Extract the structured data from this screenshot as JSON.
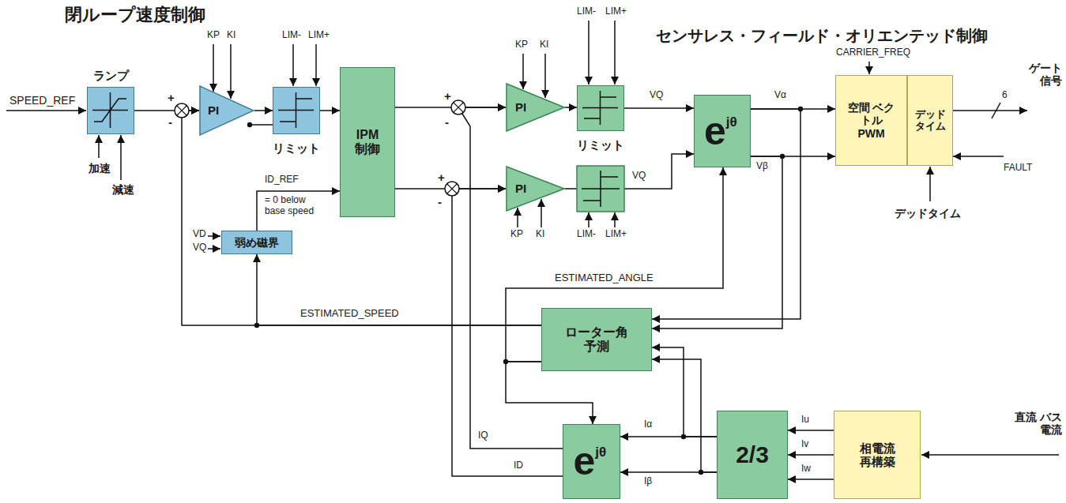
{
  "diagram": {
    "title": "閉ループ速度制御",
    "nodes": [
      {
        "text": [
          "ランプ"
        ]
      },
      {
        "text": [
          "PI"
        ]
      },
      {
        "text": [
          "リミット"
        ]
      },
      {
        "text": [
          "IPM 制御"
        ]
      },
      {
        "text": [
          "弱め磁界"
        ]
      },
      {
        "text": [
          "PI"
        ]
      },
      {
        "text": [
          "リミット"
        ]
      },
      {
        "text": [
          "PI"
        ]
      },
      {
        "text": [
          "ejθ"
        ]
      },
      {
        "text": [
          "空間 ベクトル PWM"
        ]
      },
      {
        "text": [
          "デッド タイム"
        ]
      },
      {
        "text": [
          "ローター角 予測"
        ]
      },
      {
        "text": [
          "ejθ"
        ]
      },
      {
        "text": [
          "2/3"
        ]
      },
      {
        "text": [
          "相電流 再構築"
        ]
      }
    ],
    "edges": [
      {
        "from": 0,
        "to": 1,
        "arrow": "to"
      },
      {
        "from": 1,
        "to": 2,
        "arrow": "to"
      },
      {
        "from": 2,
        "to": 3,
        "arrow": "to"
      },
      {
        "from": 4,
        "to": 3,
        "label": "ID_REF",
        "arrow": "to"
      },
      {
        "from": 3,
        "to": 5,
        "arrow": "to"
      },
      {
        "from": 3,
        "to": 7,
        "arrow": "to"
      },
      {
        "from": 5,
        "to": 6,
        "arrow": "to"
      },
      {
        "from": 6,
        "to": 8,
        "label": "VQ",
        "arrow": "to"
      },
      {
        "from": 7,
        "to": 8,
        "label": "VQ",
        "arrow": "to"
      },
      {
        "from": 8,
        "to": 9,
        "label": "Vα",
        "arrow": "to"
      },
      {
        "from": 8,
        "to": 9,
        "label": "Vβ",
        "arrow": "to"
      },
      {
        "from": 8,
        "to": 11,
        "arrow": "to"
      },
      {
        "from": 8,
        "to": 11,
        "arrow": "to"
      },
      {
        "from": 11,
        "to": 1,
        "label": "ESTIMATED_SPEED",
        "arrow": "to"
      },
      {
        "from": 11,
        "to": 4,
        "arrow": "to"
      },
      {
        "from": 11,
        "to": 8,
        "label": "ESTIMATED_ANGLE",
        "arrow": "to"
      },
      {
        "from": 11,
        "to": 12,
        "arrow": "to"
      },
      {
        "from": 12,
        "to": 5,
        "label": "IQ",
        "arrow": "to"
      },
      {
        "from": 12,
        "to": 7,
        "label": "ID",
        "arrow": "to"
      },
      {
        "from": 13,
        "to": 12,
        "label": "Iα",
        "arrow": "to"
      },
      {
        "from": 13,
        "to": 12,
        "label": "Iβ",
        "arrow": "to"
      },
      {
        "from": 13,
        "to": 11,
        "arrow": "to"
      },
      {
        "from": 13,
        "to": 11,
        "arrow": "to"
      },
      {
        "from": 14,
        "to": 13,
        "label": "Iu",
        "arrow": "to"
      },
      {
        "from": 14,
        "to": 13,
        "label": "Iv",
        "arrow": "to"
      },
      {
        "from": 14,
        "to": 13,
        "label": "Iw",
        "arrow": "to"
      }
    ],
    "labels": [
      "センサレス・フィールド・オリエンテッド制御",
      "SPEED_REF",
      "加速",
      "減速",
      "+",
      "-",
      "KP",
      "KI",
      "LIM-",
      "LIM+",
      "= 0 below base speed",
      "VD",
      "VQ",
      "+",
      "-",
      "+",
      "-",
      "KP",
      "KI",
      "LIM-",
      "LIM+",
      "KP",
      "KI",
      "LIM-",
      "LIM+",
      "CARRIER_FREQ",
      "6",
      "ゲート 信号",
      "FAULT",
      "デッドタイム",
      "直流 バス電流"
    ]
  }
}
